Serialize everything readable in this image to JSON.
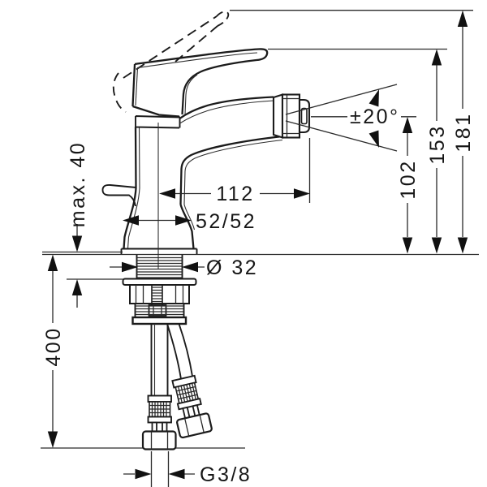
{
  "drawing": {
    "kind": "technical dimension drawing",
    "subject": "single-lever mixer tap, side view with mounting shank and supply hoses",
    "colors": {
      "line": "#1b1b1b",
      "background": "#ffffff",
      "text": "#161616"
    }
  },
  "labels": {
    "max_mounting": "max. 40",
    "spout_reach": "112",
    "base_dims": "52/52",
    "shank_diameter": "Ø 32",
    "spray_angle": "±20°",
    "height_spout": "102",
    "height_handle": "153",
    "height_total": "181",
    "hose_length": "400",
    "hose_thread": "G3/8"
  }
}
